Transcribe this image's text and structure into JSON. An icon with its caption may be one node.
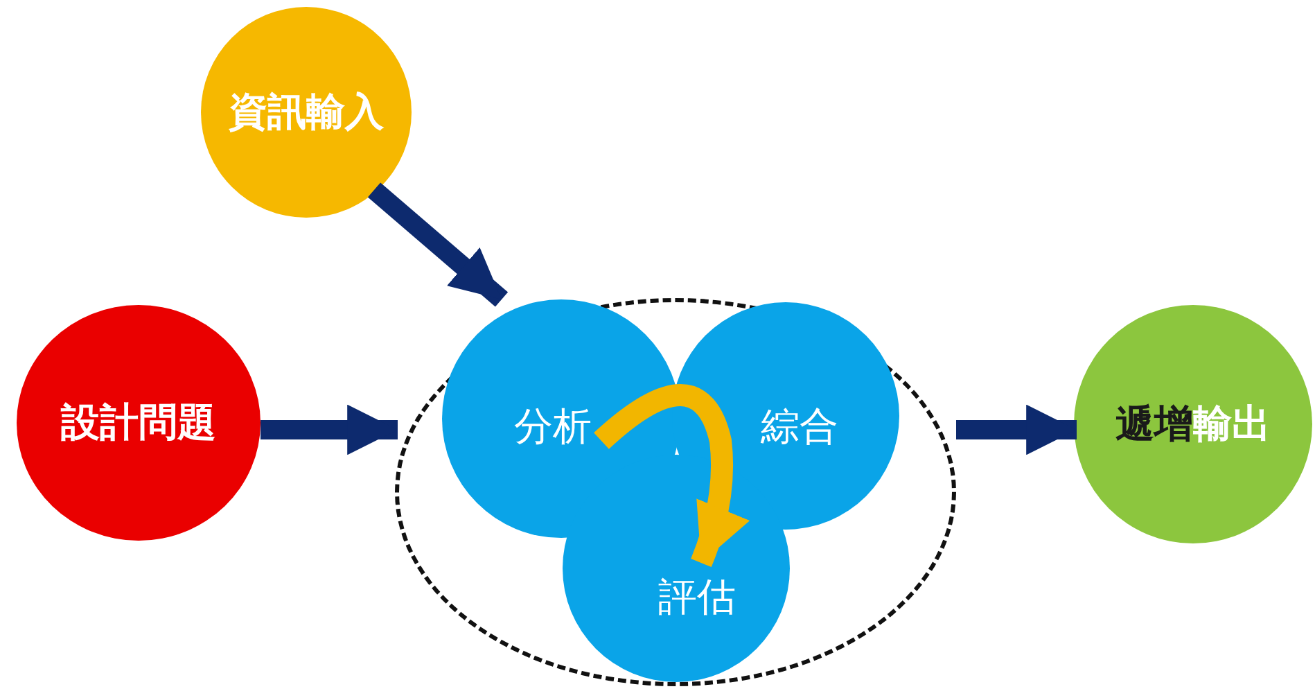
{
  "diagram": {
    "nodes": [
      {
        "text": [
          "資訊輸入"
        ]
      },
      {
        "text": [
          "設計問題"
        ]
      },
      {
        "text": [],
        "shape": "circle"
      },
      {
        "text": [
          "分析"
        ],
        "in": 2
      },
      {
        "text": [
          "綜合"
        ],
        "in": 2
      },
      {
        "text": [
          "評估"
        ],
        "in": 2
      },
      {
        "text": [
          "**遞增**輸出"
        ]
      }
    ],
    "edges": [
      {
        "from": 0,
        "to": 2,
        "arrow": "to"
      },
      {
        "from": 1,
        "to": 2,
        "arrow": "to"
      },
      {
        "from": 3,
        "to": 5,
        "arrow": "to",
        "color": "#f2b600"
      },
      {
        "from": 2,
        "to": 6,
        "arrow": "to"
      }
    ]
  }
}
